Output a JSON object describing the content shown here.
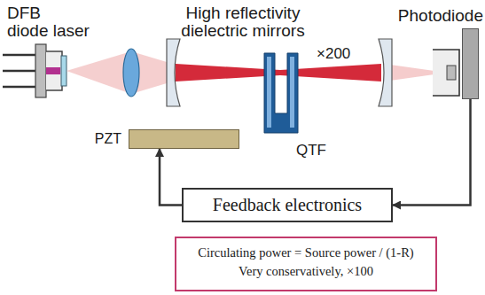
{
  "diagram": {
    "nodes": [
      {
        "text": [
          "PZT"
        ]
      },
      {
        "text": [
          "Photodiode"
        ]
      },
      {
        "text": [
          "Feedback electronics"
        ]
      },
      {
        "text": [
          "Circulating power = Source power / (1-R)",
          "Very conservatively, ×100"
        ]
      }
    ],
    "edges": [
      {
        "from": 1,
        "to": 2,
        "arrow": "to"
      },
      {
        "from": 2,
        "to": 0,
        "arrow": "to"
      }
    ],
    "labels": [
      "DFB diode laser",
      "High reflectivity dielectric mirrors",
      "×200",
      "QTF"
    ]
  }
}
